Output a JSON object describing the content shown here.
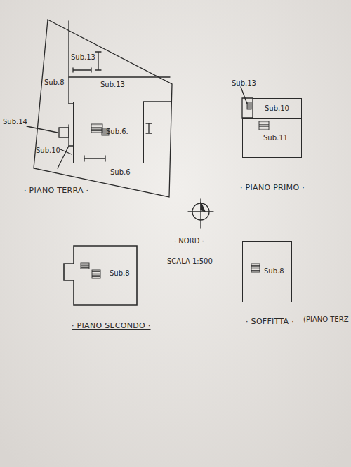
{
  "diagram": {
    "nodes": [
      {
        "text": [
          "Sub.6."
        ]
      },
      {
        "text": [
          "Sub.10"
        ]
      },
      {
        "text": [
          "Sub.11"
        ]
      },
      {
        "text": [
          "Sub.8"
        ]
      },
      {
        "text": [
          "Sub.8"
        ]
      }
    ],
    "labels": [
      "Sub.13",
      "Sub.8",
      "Sub.13",
      "Sub.14",
      "Sub.10",
      "Sub.6",
      "· PIANO TERRA ·",
      "Sub.13",
      "· PIANO PRIMO ·",
      "· NORD ·",
      "SCALA 1:500",
      "· PIANO SECONDO ·",
      "· SOFFITTA ·",
      "(PIANO TERZ"
    ]
  }
}
